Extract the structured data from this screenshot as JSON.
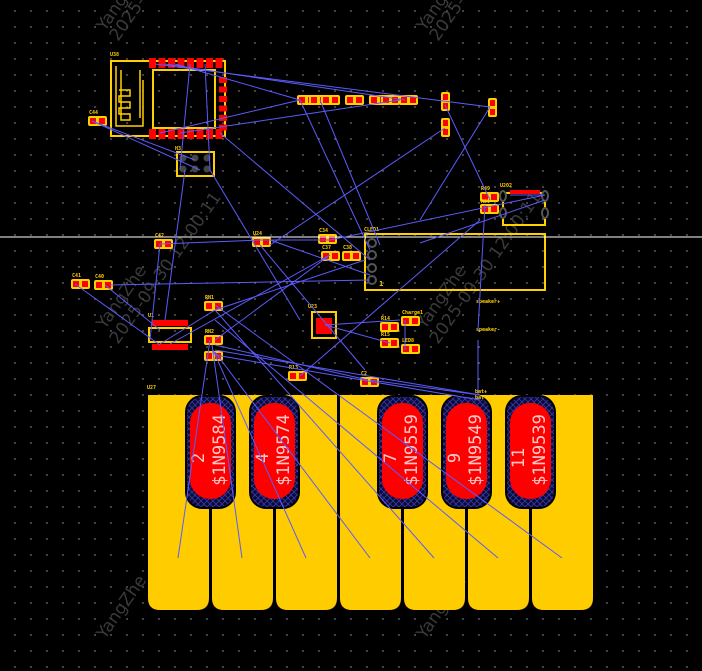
{
  "watermark": {
    "user": "YangZhe",
    "timestamp": "2025-09-30 12:00:11"
  },
  "colors": {
    "background": "#000000",
    "silkscreen": "#ffd000",
    "pad": "#ff0000",
    "ratsnest": "#5b5bff",
    "copper_pour": "#ffcc00",
    "cursor_line": "#ffffff"
  },
  "components": {
    "u38": "U38",
    "c44": "C44",
    "h3": "H3",
    "u202": "U202",
    "r49": "R49",
    "r50": "R50",
    "c42": "C42",
    "u24": "U24",
    "c34": "C34",
    "c37": "C37",
    "c38": "C38",
    "cled": "CLED1",
    "cled_pin1": "1",
    "c41": "C41",
    "c40": "C40",
    "u1": "U1",
    "rn1": "RN1",
    "rn2": "RN2",
    "u23": "U23",
    "r14": "R14",
    "r15": "R15",
    "charge": "Charge1",
    "led": "LED8",
    "r13": "R13",
    "c2": "C2",
    "u27": "U27",
    "speaker_p": "speaker+",
    "speaker_n": "speaker-",
    "bat_p": "bat+",
    "bat_n": "bat-"
  },
  "touch_pads": [
    {
      "pin": "2",
      "net": "$1N9584"
    },
    {
      "pin": "4",
      "net": "$1N9574"
    },
    {
      "pin": "7",
      "net": "$1N9559"
    },
    {
      "pin": "9",
      "net": "$1N9549"
    },
    {
      "pin": "11",
      "net": "$1N9539"
    }
  ]
}
